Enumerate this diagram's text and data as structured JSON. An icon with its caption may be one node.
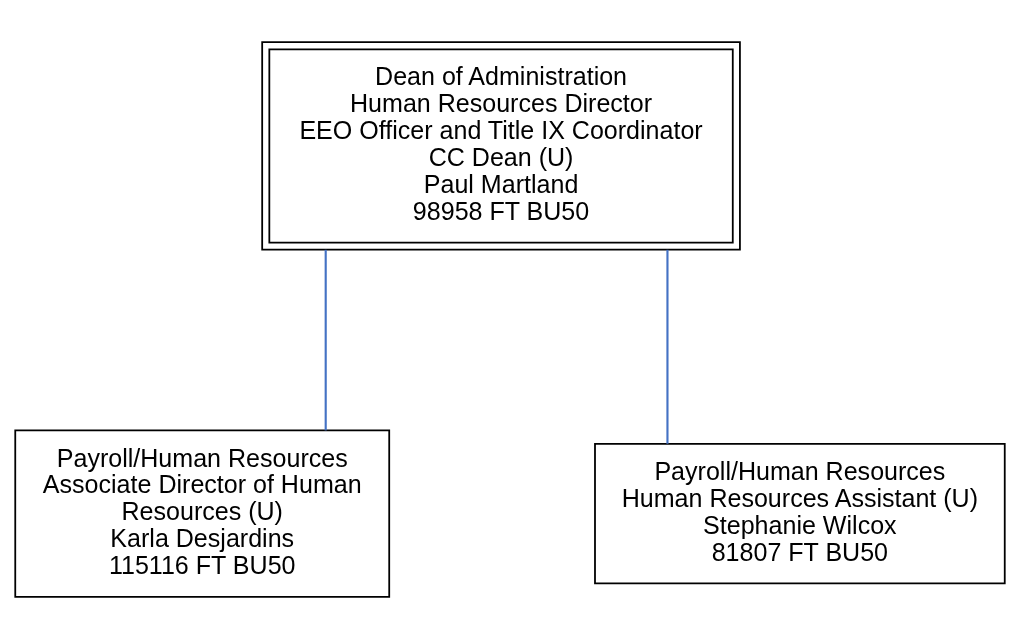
{
  "diagram": {
    "nodes": [
      {
        "text": [
          "Dean of Administration",
          "Human Resources Director",
          "EEO Officer and Title IX Coordinator",
          "CC Dean (U)",
          "Paul Martland",
          "98958 FT BU50"
        ]
      },
      {
        "text": [
          "Payroll/Human Resources",
          "Associate Director of Human Resources (U)",
          "Karla Desjardins",
          "115116 FT BU50"
        ]
      },
      {
        "text": [
          "Payroll/Human Resources",
          "Human Resources Assistant (U)",
          "Stephanie Wilcox",
          "81807 FT BU50"
        ]
      }
    ],
    "edges": [
      {
        "from": 0,
        "to": 1,
        "arrow": "none"
      },
      {
        "from": 0,
        "to": 2,
        "arrow": "none"
      }
    ]
  }
}
